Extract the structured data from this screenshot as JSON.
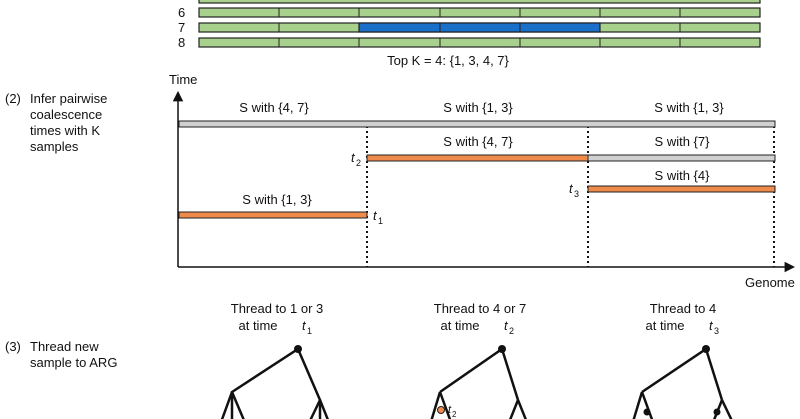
{
  "colors": {
    "green": "#a9d18e",
    "blue": "#1a6fc9",
    "orange": "#ee8a4a",
    "gray": "#d0d0d0",
    "border": "#222222"
  },
  "genome_rows": [
    {
      "label": "6",
      "blue_segments": []
    },
    {
      "label": "7",
      "blue_segments": [
        [
          2,
          4
        ]
      ]
    },
    {
      "label": "8",
      "blue_segments": []
    }
  ],
  "topk_caption": "Top K = 4: {1, 3, 4, 7}",
  "step2": {
    "number": "(2)",
    "title_lines": [
      "Infer pairwise",
      "coalescence",
      "times with K",
      "samples"
    ],
    "y_axis_label": "Time",
    "x_axis_label": "Genome",
    "bar_labels": [
      "S with {4, 7}",
      "S with {1, 3}",
      "S with {1, 3}",
      "S with {4, 7}",
      "S with {7}",
      "S with {4}",
      "S with {1, 3}"
    ],
    "time_labels": [
      {
        "main": "t",
        "sub": "1"
      },
      {
        "main": "t",
        "sub": "2"
      },
      {
        "main": "t",
        "sub": "3"
      }
    ]
  },
  "step3": {
    "number": "(3)",
    "title_lines": [
      "Thread new",
      "sample to ARG"
    ],
    "trees": [
      {
        "line1": "Thread to 1 or 3",
        "line2_prefix": "at time ",
        "t": "t",
        "sub": "1"
      },
      {
        "line1": "Thread to 4 or 7",
        "line2_prefix": "at time ",
        "t": "t",
        "sub": "2"
      },
      {
        "line1": "Thread to 4",
        "line2_prefix": "at time ",
        "t": "t",
        "sub": "3"
      }
    ],
    "node_label": {
      "main": "t",
      "sub": "2"
    }
  }
}
